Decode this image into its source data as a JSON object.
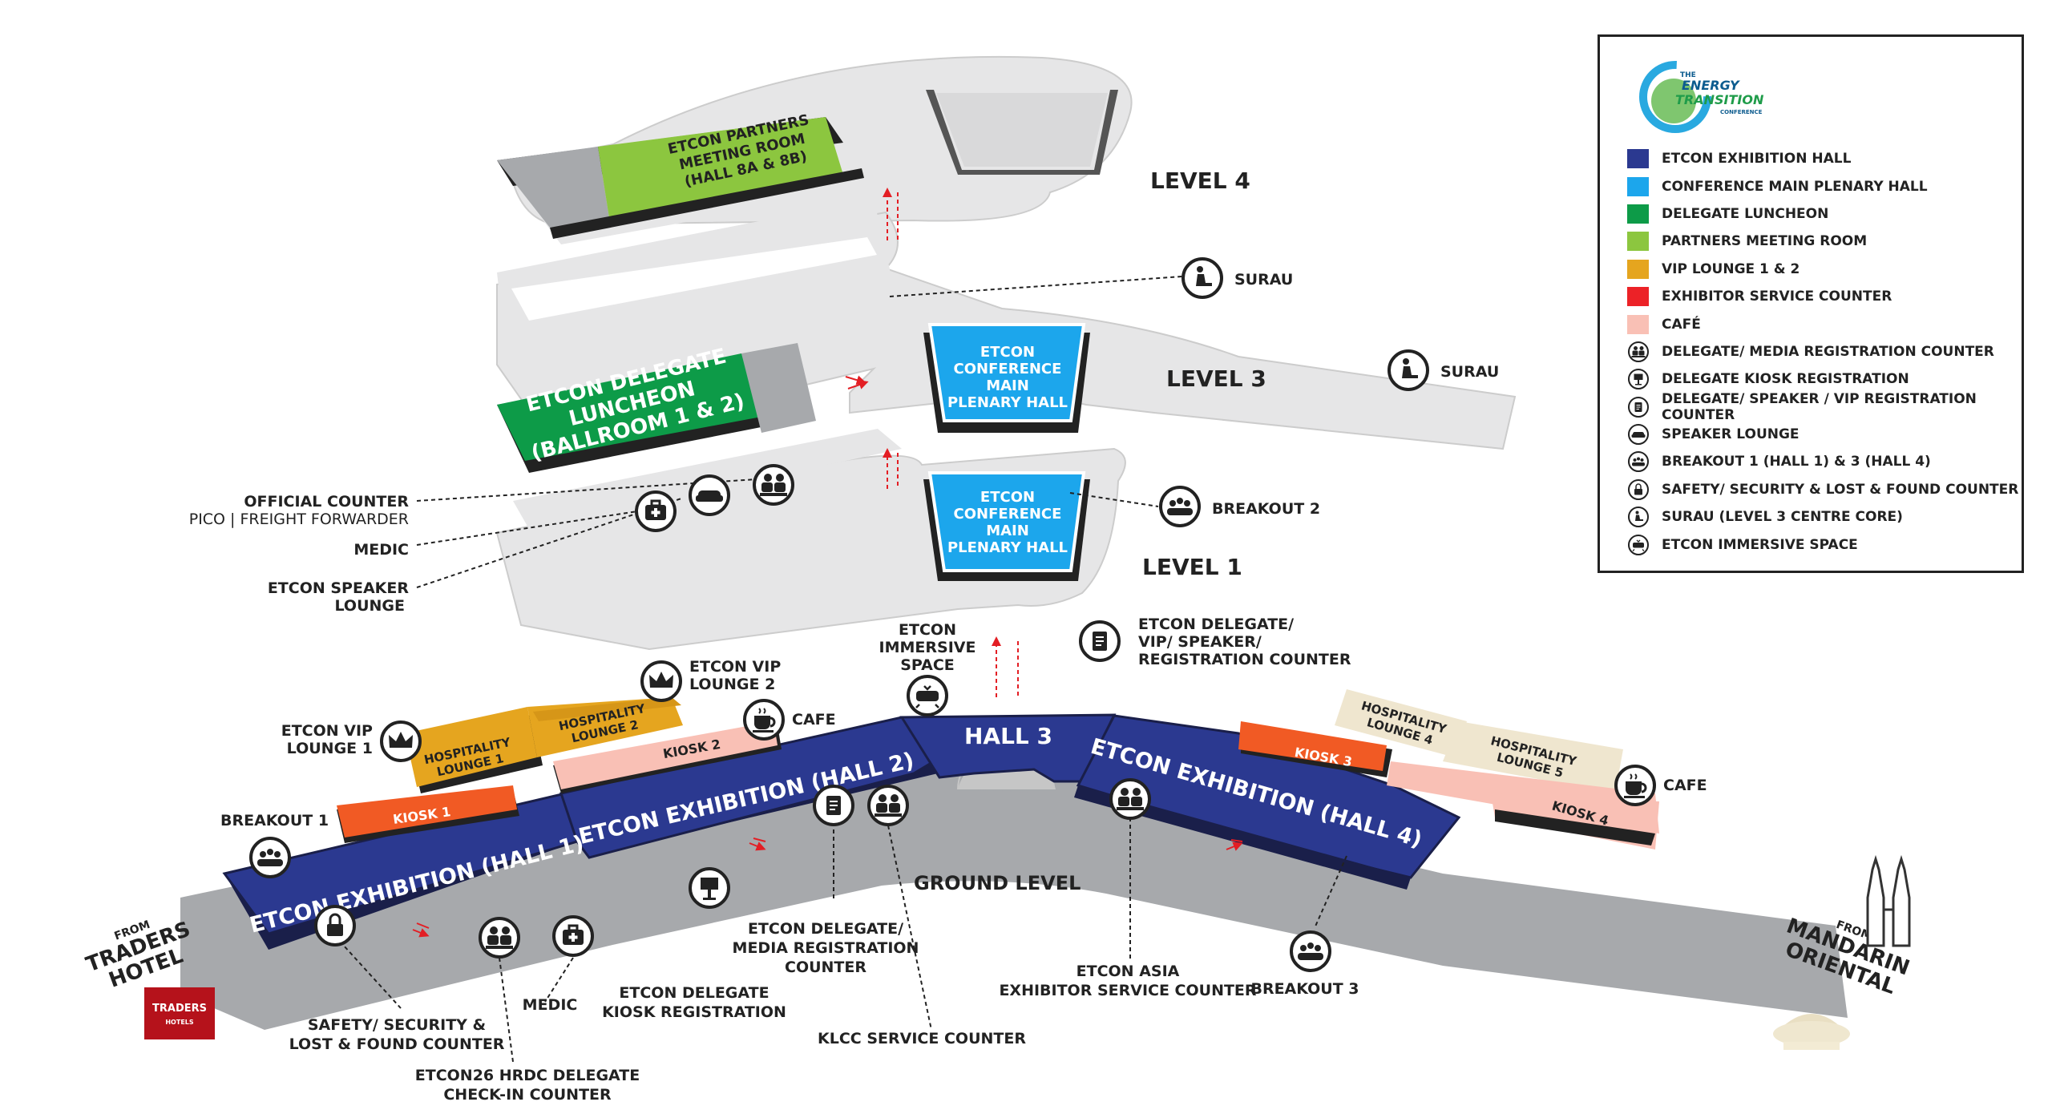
{
  "levels": {
    "level4": "LEVEL 4",
    "level3": "LEVEL 3",
    "level1": "LEVEL 1",
    "ground": "GROUND LEVEL"
  },
  "rooms": {
    "partners_meeting": [
      "ETCON PARTNERS",
      "MEETING ROOM",
      "(HALL 8A & 8B)"
    ],
    "delegate_luncheon": [
      "ETCON DELEGATE",
      "LUNCHEON",
      "(BALLROOM 1 & 2)"
    ],
    "plenary_l3": [
      "ETCON",
      "CONFERENCE",
      "MAIN",
      "PLENARY HALL"
    ],
    "plenary_l1": [
      "ETCON",
      "CONFERENCE",
      "MAIN",
      "PLENARY HALL"
    ],
    "hall1": "ETCON EXHIBITION (HALL 1)",
    "hall2": "ETCON EXHIBITION (HALL 2)",
    "hall3": "HALL 3",
    "hall4": "ETCON EXHIBITION (HALL 4)",
    "hospitality1": [
      "HOSPITALITY",
      "LOUNGE 1"
    ],
    "hospitality2": [
      "HOSPITALITY",
      "LOUNGE 2"
    ],
    "hospitality4": [
      "HOSPITALITY",
      "LOUNGE 4"
    ],
    "hospitality5": [
      "HOSPITALITY",
      "LOUNGE 5"
    ],
    "kiosk1": "KIOSK 1",
    "kiosk2": "KIOSK 2",
    "kiosk3": "KIOSK 3",
    "kiosk4": "KIOSK 4"
  },
  "callouts": {
    "surau_l4": "SURAU",
    "surau_l3": "SURAU",
    "breakout2": "BREAKOUT 2",
    "official_counter": "OFFICIAL COUNTER",
    "official_counter_sub": "PICO | FREIGHT FORWARDER",
    "medic_l1": "MEDIC",
    "speaker_lounge": [
      "ETCON SPEAKER",
      "LOUNGE"
    ],
    "delegate_vip_counter": [
      "ETCON DELEGATE/",
      "VIP/ SPEAKER/",
      "REGISTRATION COUNTER"
    ],
    "immersive": [
      "ETCON",
      "IMMERSIVE",
      "SPACE"
    ],
    "vip_lounge2": [
      "ETCON VIP",
      "LOUNGE 2"
    ],
    "vip_lounge1": [
      "ETCON VIP",
      "LOUNGE 1"
    ],
    "cafe_left": "CAFE",
    "cafe_right": "CAFE",
    "breakout1": "BREAKOUT 1",
    "media_reg": [
      "ETCON DELEGATE/",
      "MEDIA REGISTRATION",
      "COUNTER"
    ],
    "kiosk_reg": [
      "ETCON DELEGATE",
      "KIOSK REGISTRATION"
    ],
    "klcc_counter": "KLCC SERVICE COUNTER",
    "asia_counter": [
      "ETCON ASIA",
      "EXHIBITOR SERVICE COUNTER"
    ],
    "breakout3": "BREAKOUT 3",
    "safety": [
      "SAFETY/ SECURITY &",
      "LOST & FOUND COUNTER"
    ],
    "medic_ground": "MEDIC",
    "hrdc": [
      "ETCON26 HRDC DELEGATE",
      "CHECK-IN COUNTER"
    ],
    "from_traders": [
      "FROM",
      "TRADERS",
      "HOTEL"
    ],
    "from_mandarin": [
      "FROM",
      "MANDARIN",
      "ORIENTAL"
    ],
    "traders_logo": [
      "TRADERS",
      "HOTELS"
    ]
  },
  "legend": {
    "logo_text": [
      "THE",
      "ENERGY",
      "TRANSITION",
      "CONFERENCE"
    ],
    "items": [
      {
        "label": "ETCON EXHIBITION HALL",
        "color": "#2B3990",
        "icon": "swatch"
      },
      {
        "label": "CONFERENCE MAIN PLENARY HALL",
        "color": "#1CA6EC",
        "icon": "swatch"
      },
      {
        "label": "DELEGATE LUNCHEON",
        "color": "#0D9B48",
        "icon": "swatch"
      },
      {
        "label": "PARTNERS MEETING ROOM",
        "color": "#8CC63F",
        "icon": "swatch"
      },
      {
        "label": "VIP LOUNGE 1 & 2",
        "color": "#E5A51F",
        "icon": "swatch"
      },
      {
        "label": "EXHIBITOR SERVICE COUNTER",
        "color": "#EC2227",
        "icon": "swatch"
      },
      {
        "label": "CAFÉ",
        "color": "#F9C0B5",
        "icon": "swatch"
      },
      {
        "label": "DELEGATE/ MEDIA REGISTRATION COUNTER",
        "icon": "people-counter-icon"
      },
      {
        "label": "DELEGATE KIOSK REGISTRATION",
        "icon": "kiosk-icon"
      },
      {
        "label": "DELEGATE/ SPEAKER / VIP REGISTRATION COUNTER",
        "icon": "clipboard-icon"
      },
      {
        "label": "SPEAKER LOUNGE",
        "icon": "sofa-icon"
      },
      {
        "label": "BREAKOUT 1 (HALL 1) & 3 (HALL 4)",
        "icon": "audience-icon"
      },
      {
        "label": "SAFETY/ SECURITY & LOST & FOUND COUNTER",
        "icon": "lock-icon"
      },
      {
        "label": "SURAU (LEVEL 3 CENTRE CORE)",
        "icon": "prayer-icon"
      },
      {
        "label": "ETCON IMMERSIVE SPACE",
        "icon": "vr-icon"
      }
    ]
  }
}
